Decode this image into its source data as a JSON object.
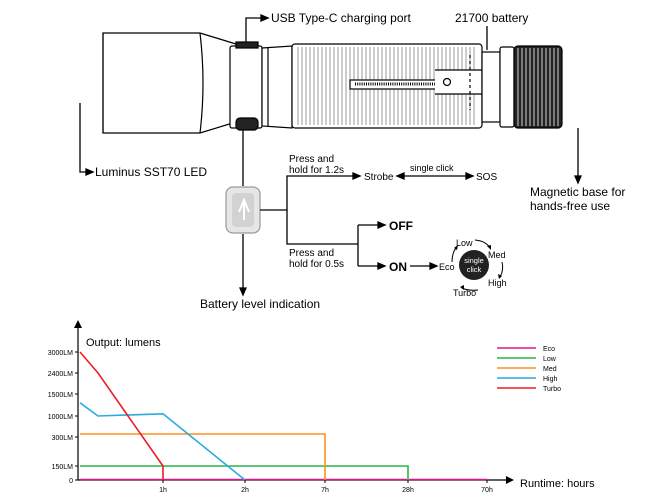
{
  "diagram": {
    "labels": {
      "usb": "USB Type-C charging port",
      "battery": "21700 battery",
      "led": "Luminus SST70 LED",
      "magnetic": "Magnetic base for hands-free use",
      "battery_level": "Battery level indication"
    },
    "ui": {
      "press_long_1": "Press and",
      "press_long_2": "hold for 1.2s",
      "press_short_1": "Press and",
      "press_short_2": "hold for 0.5s",
      "strobe": "Strobe",
      "single_click": "single click",
      "sos": "SOS",
      "off": "OFF",
      "on": "ON",
      "center_1": "single",
      "center_2": "click",
      "mode_low": "Low",
      "mode_med": "Med",
      "mode_high": "High",
      "mode_turbo": "Turbo",
      "mode_eco": "Eco"
    }
  },
  "chart_data": {
    "type": "line",
    "ylabel": "Output: lumens",
    "xlabel": "Runtime: hours",
    "x_ticks": [
      "0",
      "1h",
      "2h",
      "7h",
      "28h",
      "70h"
    ],
    "y_ticks": [
      "0",
      "150LM",
      "300LM",
      "1000LM",
      "1500LM",
      "2400LM",
      "3000LM"
    ],
    "legend_position": "top-right",
    "series": [
      {
        "name": "Eco",
        "color": "#e0158c",
        "points": [
          [
            0,
            5
          ],
          [
            0.4,
            5
          ],
          [
            1,
            5
          ],
          [
            2,
            5
          ],
          [
            7,
            5
          ],
          [
            28,
            5
          ],
          [
            70,
            5
          ]
        ]
      },
      {
        "name": "Low",
        "color": "#2db34a",
        "points": [
          [
            0,
            150
          ],
          [
            0.4,
            150
          ],
          [
            1,
            150
          ],
          [
            2,
            150
          ],
          [
            7,
            150
          ],
          [
            28,
            150
          ],
          [
            28,
            0
          ]
        ]
      },
      {
        "name": "Med",
        "color": "#f7941d",
        "points": [
          [
            0,
            400
          ],
          [
            0.4,
            400
          ],
          [
            1,
            400
          ],
          [
            2,
            400
          ],
          [
            7,
            400
          ],
          [
            7,
            0
          ]
        ]
      },
      {
        "name": "High",
        "color": "#29abe2",
        "points": [
          [
            0,
            1300
          ],
          [
            0.4,
            1000
          ],
          [
            1,
            1050
          ],
          [
            2,
            0
          ]
        ]
      },
      {
        "name": "Turbo",
        "color": "#ed1c24",
        "points": [
          [
            0,
            3000
          ],
          [
            0.4,
            2400
          ],
          [
            1,
            150
          ],
          [
            1,
            0
          ]
        ]
      }
    ]
  }
}
